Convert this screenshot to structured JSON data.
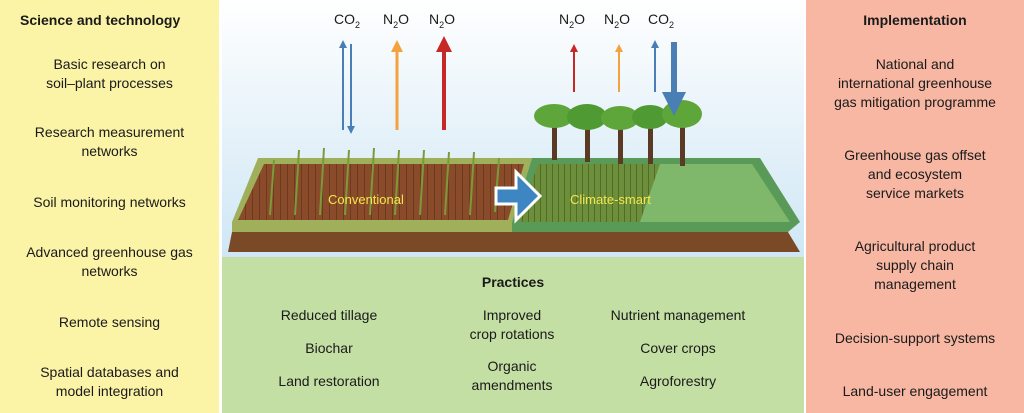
{
  "science": {
    "title": "Science and technology",
    "items": [
      "Basic research on\nsoil–plant processes",
      "Research measurement\nnetworks",
      "Soil monitoring networks",
      "Advanced greenhouse gas\nnetworks",
      "Remote sensing",
      "Spatial databases and\nmodel integration"
    ]
  },
  "implementation": {
    "title": "Implementation",
    "items": [
      "National and\ninternational greenhouse\ngas mitigation programme",
      "Greenhouse gas offset\nand ecosystem\nservice markets",
      "Agricultural product\nsupply chain\nmanagement",
      "Decision-support systems",
      "Land-user engagement"
    ]
  },
  "practices": {
    "title": "Practices",
    "col1": [
      "Reduced tillage",
      "Biochar",
      "Land restoration"
    ],
    "col2": [
      "Improved\ncrop rotations",
      "Organic\namendments"
    ],
    "col3": [
      "Nutrient management",
      "Cover crops",
      "Agroforestry"
    ]
  },
  "fields": {
    "conventional": "Conventional",
    "climate_smart": "Climate-smart"
  },
  "gases": {
    "conventional": [
      {
        "base": "CO",
        "sub": "2"
      },
      {
        "base": "N",
        "sub": "2",
        "tail": "O"
      },
      {
        "base": "N",
        "sub": "2",
        "tail": "O"
      }
    ],
    "smart": [
      {
        "base": "N",
        "sub": "2",
        "tail": "O"
      },
      {
        "base": "N",
        "sub": "2",
        "tail": "O"
      },
      {
        "base": "CO",
        "sub": "2"
      }
    ]
  },
  "colors": {
    "co2_arrow": "#4a7fb5",
    "n2o_light": "#f3a23d",
    "n2o_dark": "#c62828",
    "transition_arrow": "#3d86c2"
  }
}
